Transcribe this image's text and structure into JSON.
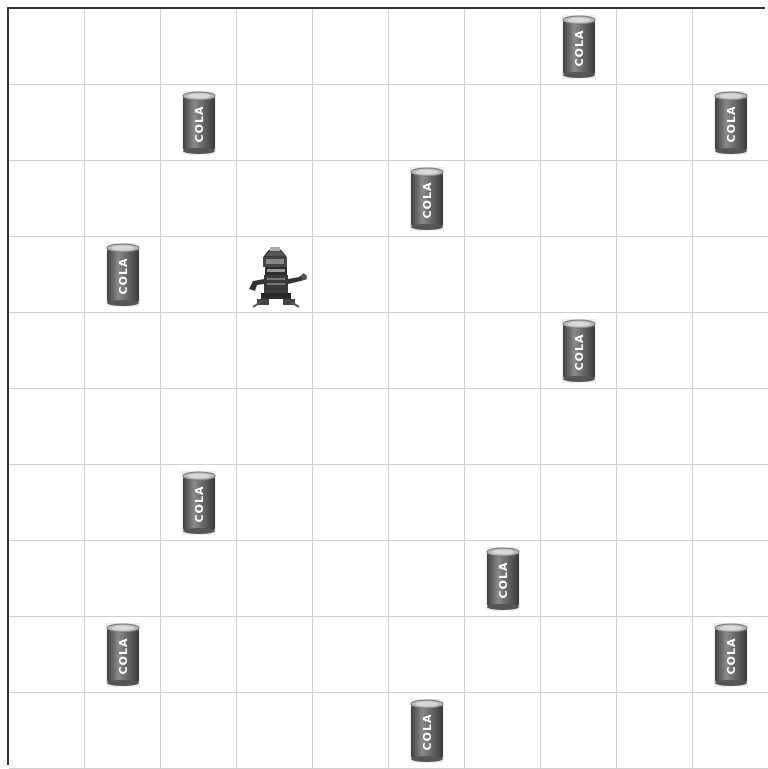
{
  "game": {
    "grid_size": 10,
    "robot": {
      "icon": "robot-icon",
      "row": 3,
      "col": 3
    },
    "can_label": "COLA",
    "can_icon": "cola-can-icon",
    "cans": [
      {
        "row": 0,
        "col": 7
      },
      {
        "row": 1,
        "col": 2
      },
      {
        "row": 1,
        "col": 9
      },
      {
        "row": 2,
        "col": 5
      },
      {
        "row": 3,
        "col": 1
      },
      {
        "row": 4,
        "col": 7
      },
      {
        "row": 6,
        "col": 2
      },
      {
        "row": 7,
        "col": 6
      },
      {
        "row": 8,
        "col": 1
      },
      {
        "row": 8,
        "col": 9
      },
      {
        "row": 9,
        "col": 5
      }
    ],
    "colors": {
      "can_body": "#6a6a6a",
      "can_rim": "#b8b8b8",
      "robot_body": "#3a3a3a",
      "grid_line": "#d0d0d0"
    }
  }
}
